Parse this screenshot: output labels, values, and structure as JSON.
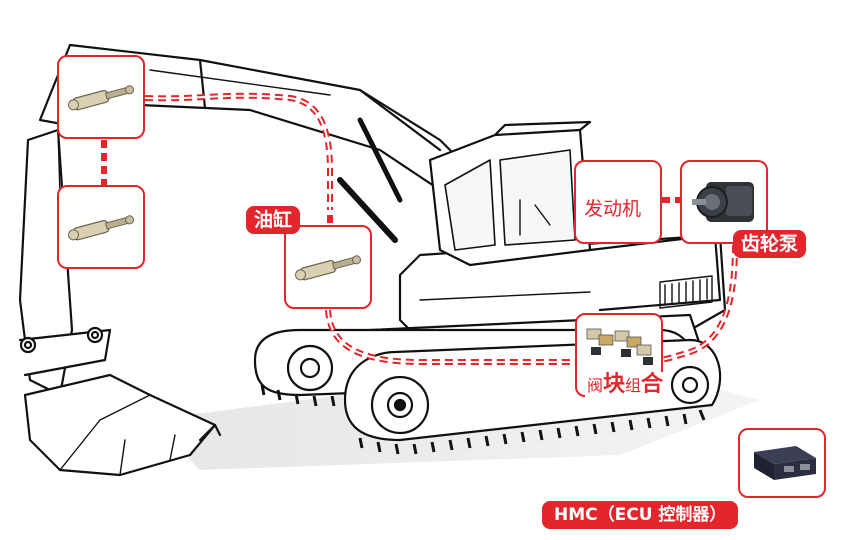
{
  "colors": {
    "accent": "#e2262b",
    "outline": "#111111",
    "cylinder": "#d9cfb2"
  },
  "labels": {
    "cylinder": "油缸",
    "engine": "发动机",
    "gear_pump": "齿轮泵",
    "valve_block_prefix": "阀",
    "valve_block_big": "块",
    "valve_block_small": "组",
    "valve_block_last": "合",
    "hmc_ecu": "HMC（ECU 控制器）"
  },
  "icons": {
    "cylinder": "hydraulic-cylinder-icon",
    "gear_pump": "gear-pump-icon",
    "valve_block": "valve-block-icon",
    "ecu": "ecu-controller-icon"
  }
}
